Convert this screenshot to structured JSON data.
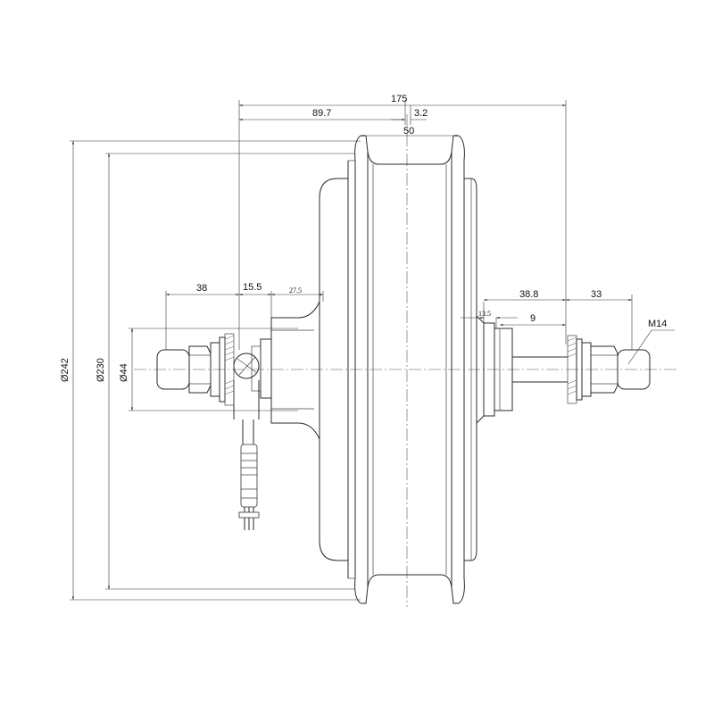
{
  "dimensions": {
    "overall_width": "175",
    "left_to_center": "89.7",
    "center_offset": "3.2",
    "rim_width": "50",
    "left_nut": "38",
    "left_shoulder": "15.5",
    "left_flange": "27.5",
    "right_gap": "13.5",
    "right_shoulder": "9",
    "right_axle": "38.8",
    "right_nut": "33",
    "thread": "M14",
    "dia_outer": "Ø242",
    "dia_rim": "Ø230",
    "dia_hub": "Ø44"
  }
}
